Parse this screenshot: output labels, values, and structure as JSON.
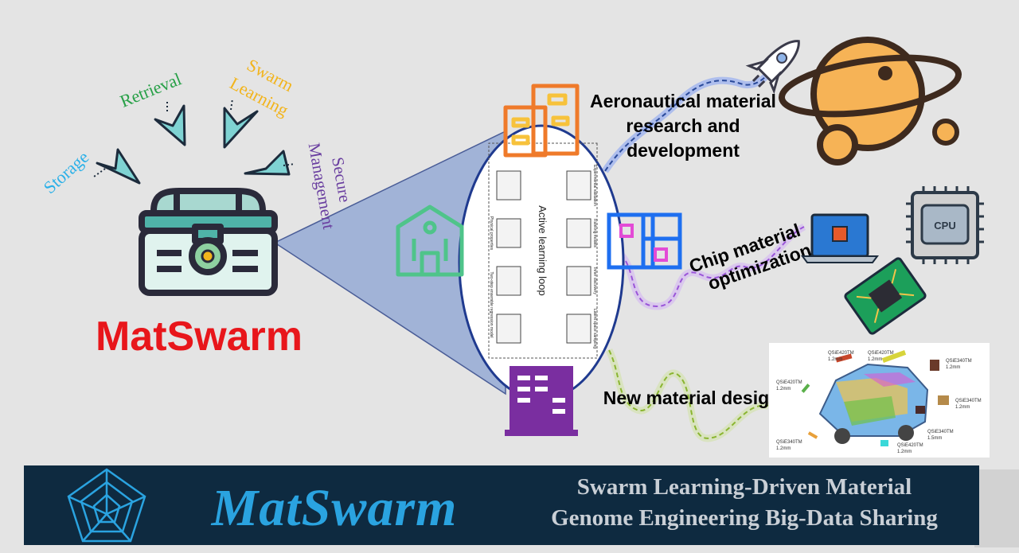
{
  "brand": {
    "name": "MatSwarm",
    "red_color": "#e8161b",
    "banner_color": "#0e2a40",
    "banner_logo_color": "#2aa3e0"
  },
  "functions": [
    {
      "label": "Storage",
      "color": "#2ab0e8"
    },
    {
      "label": "Retrieval",
      "color": "#27a047"
    },
    {
      "label": "Swarm",
      "color": "#f2b41c"
    },
    {
      "label": "Learning",
      "color": "#f2b41c"
    },
    {
      "label": "Secure",
      "color": "#6a3fa0"
    },
    {
      "label": "Management",
      "color": "#6a3fa0"
    }
  ],
  "active_loop": {
    "center": "Active learning loop",
    "small_texts": [
      "Experimental validation",
      "Ranking models",
      "Inner discovery",
      "Latent space sampling",
      "Physical properties",
      "Two-step ensemble regression model"
    ]
  },
  "applications": [
    {
      "label_lines": [
        "Aeronautical material",
        "research and",
        "development"
      ]
    },
    {
      "label_lines": [
        "Chip material",
        "optimization"
      ]
    },
    {
      "label_lines": [
        "New material design"
      ]
    }
  ],
  "chip_label": "CPU",
  "car_parts": [
    {
      "code": "QSiE420TM",
      "size": "1.2mm"
    },
    {
      "code": "QSiE420TM",
      "size": "1.2mm"
    },
    {
      "code": "QSiE340TM",
      "size": "1.2mm"
    },
    {
      "code": "QSiE420TM",
      "size": "1.2mm"
    },
    {
      "code": "QSiE340TM",
      "size": "1.2mm"
    },
    {
      "code": "QSiE340TM",
      "size": "1.5mm"
    },
    {
      "code": "QSiE420TM",
      "size": "1.2mm"
    },
    {
      "code": "QSiE340TM",
      "size": "1.2mm"
    }
  ],
  "banner": {
    "title": "MatSwarm",
    "subtitle_lines": [
      "Swarm Learning-Driven Material",
      "Genome Engineering Big-Data Sharing"
    ]
  }
}
